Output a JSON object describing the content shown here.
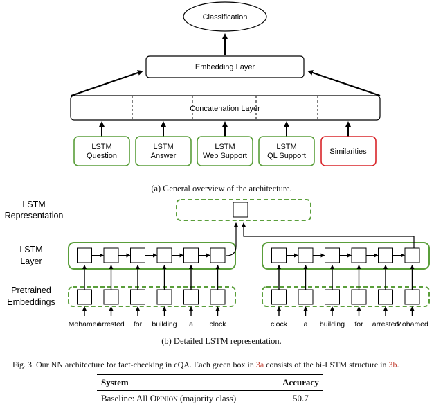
{
  "top": {
    "classification": "Classification",
    "embedding_layer": "Embedding Layer",
    "concatenation_layer": "Concatenation Layer",
    "inputs": [
      {
        "line1": "LSTM",
        "line2": "Question"
      },
      {
        "line1": "LSTM",
        "line2": "Answer"
      },
      {
        "line1": "LSTM",
        "line2": "Web Support"
      },
      {
        "line1": "LSTM",
        "line2": "QL Support"
      },
      {
        "line1": "Similarities",
        "line2": ""
      }
    ],
    "caption": "(a) General overview of the architecture."
  },
  "detail": {
    "row_labels": {
      "representation": [
        "LSTM",
        "Representation"
      ],
      "layer": [
        "LSTM",
        "Layer"
      ],
      "embeddings": [
        "Pretrained",
        "Embeddings"
      ]
    },
    "words_left": [
      "Mohamed",
      "arrested",
      "for",
      "building",
      "a",
      "clock"
    ],
    "words_right": [
      "clock",
      "a",
      "building",
      "for",
      "arrested",
      "Mohamed"
    ],
    "caption": "(b) Detailed LSTM representation."
  },
  "figure_caption": {
    "prefix": "Fig. 3.  Our NN architecture for fact-checking in cQA. Each green box in ",
    "ref_a": "3a",
    "middle": " consists of the bi-LSTM structure in ",
    "ref_b": "3b",
    "suffix": "."
  },
  "table": {
    "headers": [
      "System",
      "Accuracy"
    ],
    "row": {
      "system_prefix": "Baseline: All ",
      "system_sc": "Opinion",
      "system_suffix": " (majority class)",
      "accuracy": "50.7"
    }
  },
  "colors": {
    "green": "#5a9e3a",
    "red": "#d9252a",
    "black": "#000000"
  }
}
